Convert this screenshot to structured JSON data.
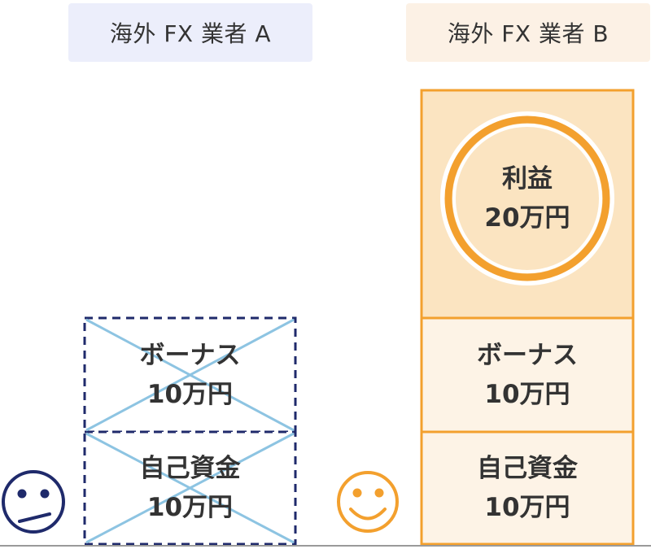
{
  "broker_a": {
    "title": "海外 FX 業者 A",
    "bonus": {
      "label": "ボーナス",
      "amount": "10万円"
    },
    "own_funds": {
      "label": "自己資金",
      "amount": "10万円"
    }
  },
  "broker_b": {
    "title": "海外 FX 業者 B",
    "profit": {
      "label": "利益",
      "amount": "20万円"
    },
    "bonus": {
      "label": "ボーナス",
      "amount": "10万円"
    },
    "own_funds": {
      "label": "自己資金",
      "amount": "10万円"
    }
  },
  "icons": {
    "broker_a_face": "neutral-face-icon",
    "broker_b_face": "smiling-face-icon"
  },
  "colors": {
    "header_a_bg": "#eceefb",
    "header_b_bg": "#fcf1e5",
    "dashed_navy": "#1f2a6b",
    "cross_blue": "#8dc4e2",
    "orange": "#f3a02e",
    "profit_fill": "#fbe4c1",
    "pale_fill": "#fdf3e6"
  }
}
